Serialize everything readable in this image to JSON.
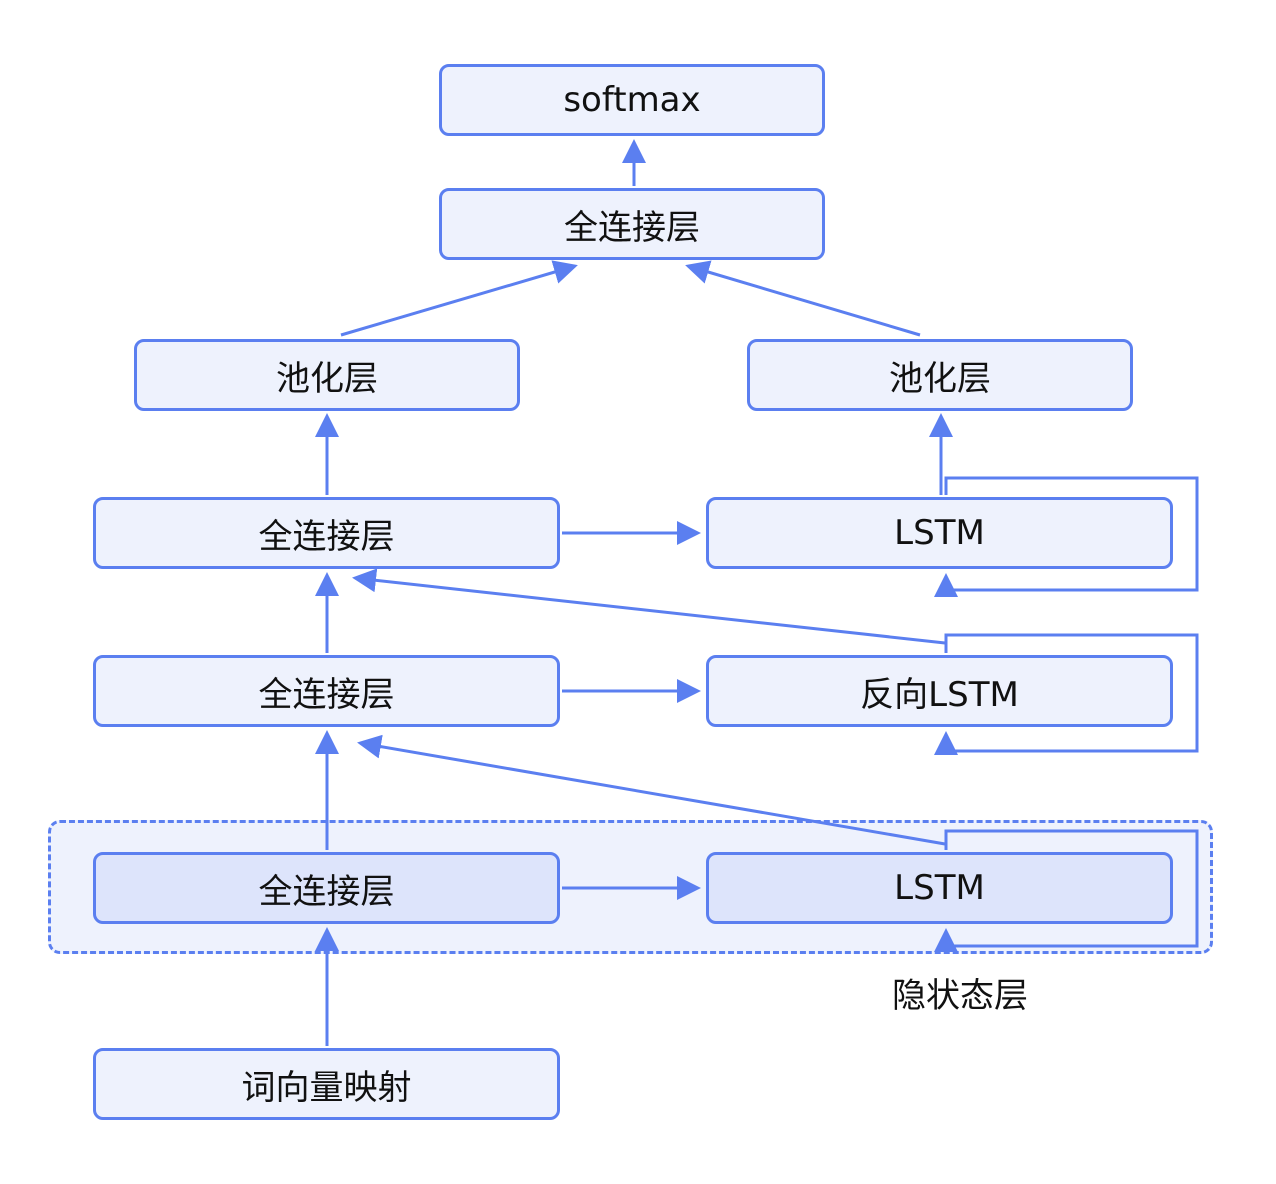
{
  "diagram": {
    "nodes": {
      "softmax": "softmax",
      "fc_top": "全连接层",
      "pool_left": "池化层",
      "pool_right": "池化层",
      "fc_3": "全连接层",
      "lstm_3": "LSTM",
      "fc_2": "全连接层",
      "lstm_2": "反向LSTM",
      "fc_1": "全连接层",
      "lstm_1": "LSTM",
      "embedding": "词向量映射"
    },
    "group_caption": "隐状态层",
    "colors": {
      "line": "#5b7ff0",
      "node_fill": "#eef2fd",
      "node_fill_highlight": "#dde4fb",
      "text": "#111111"
    }
  }
}
